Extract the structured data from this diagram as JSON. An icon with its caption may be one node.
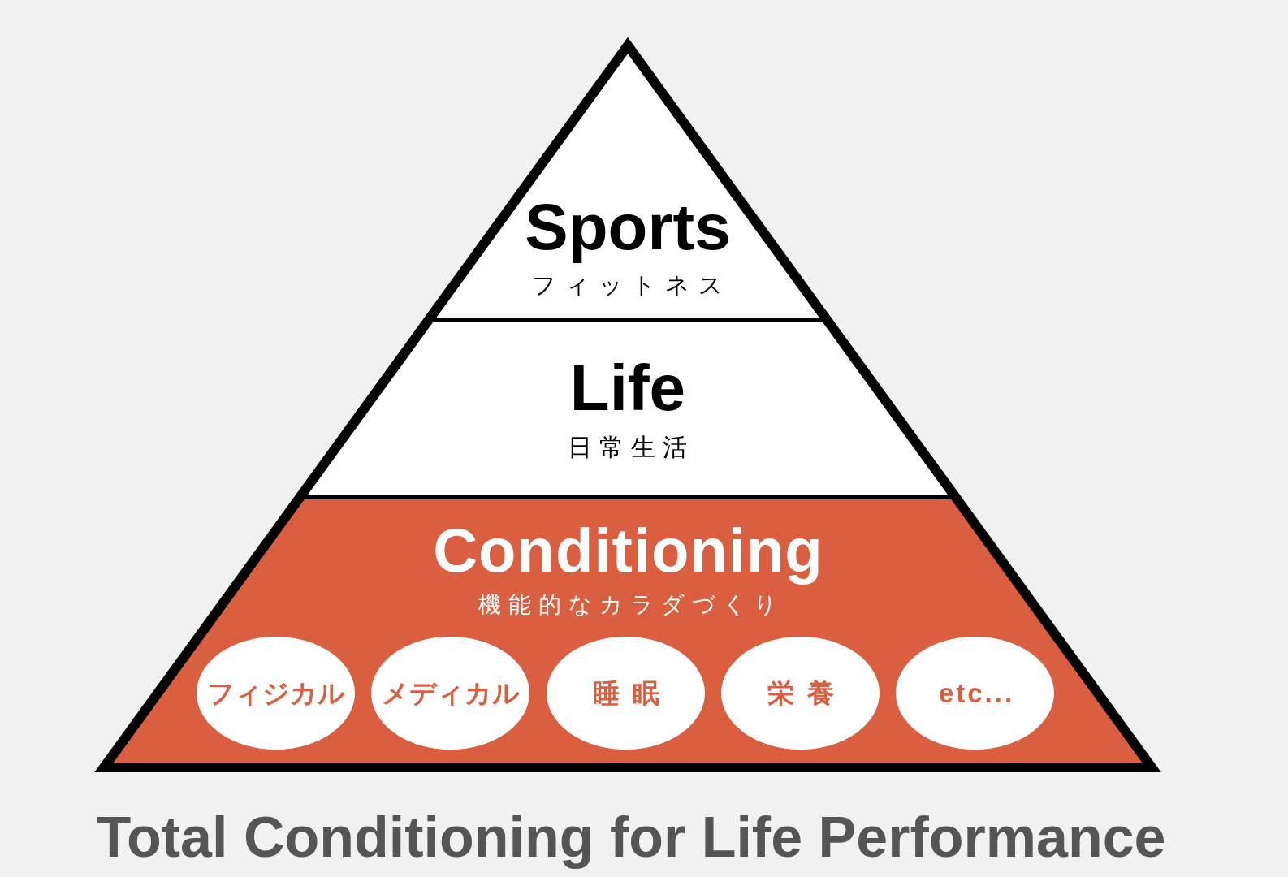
{
  "diagram": {
    "caption": "Total Conditioning for Life Performance",
    "nodes": [
      {
        "text": [
          "Sports",
          "フィットネス"
        ]
      },
      {
        "text": [
          "Life",
          "日常生活"
        ]
      },
      {
        "text": [
          "Conditioning",
          "機能的なカラダづくり"
        ]
      },
      {
        "text": [
          "フィジカル"
        ],
        "in": 2
      },
      {
        "text": [
          "メディカル"
        ],
        "in": 2
      },
      {
        "text": [
          "睡眠"
        ],
        "in": 2
      },
      {
        "text": [
          "栄養"
        ],
        "in": 2
      },
      {
        "text": [
          "etc..."
        ],
        "in": 2
      }
    ]
  }
}
